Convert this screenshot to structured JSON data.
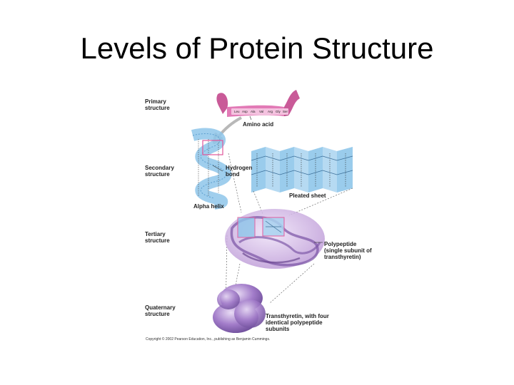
{
  "title": "Levels of Protein Structure",
  "labels": {
    "primary": "Primary structure",
    "amino_acid": "Amino acid",
    "secondary": "Secondary structure",
    "hydrogen_bond": "Hydrogen bond",
    "pleated_sheet": "Pleated sheet",
    "alpha_helix": "Alpha helix",
    "tertiary": "Tertiary structure",
    "polypeptide": "Polypeptide (single subunit of transthyretin)",
    "quaternary": "Quaternary structure",
    "transthyretin": "Transthyretin, with four identical polypeptide subunits",
    "copyright": "Copyright © 2002 Pearson Education, Inc., publishing as Benjamin Cummings."
  },
  "amino_acids": [
    "Leu",
    "Asp",
    "Ala",
    "Val",
    "Arg",
    "Gly",
    "Ser"
  ],
  "colors": {
    "ribbon": "#e27ab6",
    "helix": "#8ec6ea",
    "sheet": "#a9d3f0",
    "tertiary": "#c9a5dd",
    "quaternary": "#a27cc9",
    "highlight": "#e0559a"
  }
}
